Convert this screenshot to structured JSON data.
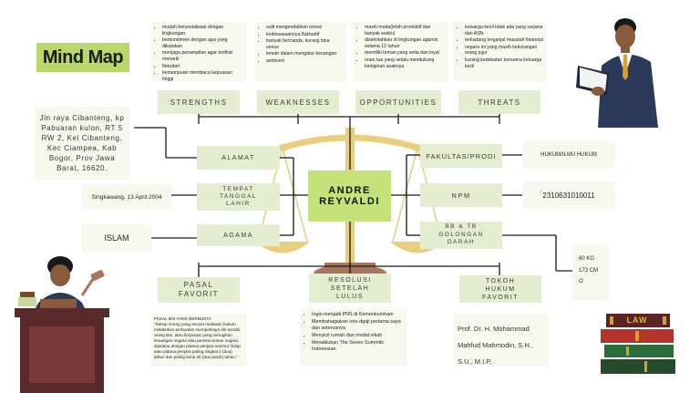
{
  "title": "Mind Map",
  "center": {
    "line1": "ANDRE",
    "line2": "REYVALDI"
  },
  "top_categories": [
    {
      "label": "STRENGTHS",
      "items": [
        "mudah bersosialisasi dengan lingkungan",
        "berkomitmen dengan apa yang dikatakan",
        "menjaga penampilan agar terlihat menarik",
        "fleksibel",
        "kemampuan membaca kepuasan tinggi"
      ]
    },
    {
      "label": "WEAKNESSES",
      "items": [
        "sulit mengendalikan emosi",
        "kedewasaannya fluktuatif",
        "banyak bercanda, kurang bisa serius",
        "lemah dalam mengatur keuangan",
        "ambivert"
      ]
    },
    {
      "label": "OPPORTUNITIES",
      "items": [
        "masih muda(lebih produktif dan banyak waktu)",
        "disekolahkan di lingkungan agamis selama 12 tahun",
        "memiliki teman yang setia dan loyal",
        "onan tua yang selalu mendukung keinginan anaknya"
      ]
    },
    {
      "label": "THREATS",
      "items": [
        "keluarga kecil tidak ada yang sarjana dan ASN",
        "terkadang terganjal masalah finansial",
        "negara ini yang masih kekurangan orang jujur",
        "kurang kedekatan bersama keluarga kecil"
      ]
    }
  ],
  "address": "Jln raya Cibanteng, kp Pabuaran kulon, RT 5 RW 2, Kel Cibanteng, Kec Ciampea, Kab Bogor, Prov Jawa Barat, 16620.",
  "left_fields": [
    {
      "label": "ALAMAT"
    },
    {
      "label": "TEMPAT TANGGAL LAHIR",
      "value": "Singkawang, 13 April 2004"
    },
    {
      "label": "AGAMA",
      "value": "ISLAM"
    }
  ],
  "right_fields": [
    {
      "label": "FAKULTAS/PRODI",
      "value": "HUKUM/ILMU HUKUM"
    },
    {
      "label": "NPM",
      "value": "2310631010011"
    },
    {
      "label": "BB & TB GOLONGAN DARAH",
      "value_lines": [
        "60 KG",
        "173 CM",
        "O"
      ]
    }
  ],
  "bottom_categories": [
    {
      "label": "PASAL FAVORIT",
      "text_title": "PASAL 603 YANG BERBUNYI:",
      "text": "\"Setiap Orang yang secara melawan hukum melakukan perbuatan memperkaya diri sendiri, orang lain, atau korporasi yang merugikan keuangan negara atau perekonomian negara, dipidana dengan pidana penjara seumur hidup atau pidana penjara paling singkat 2 (dua) tahun dan paling lama 20 (dua puluh) tahun,\""
    },
    {
      "label": "RESOLUSI SETELAH LULUS",
      "items": [
        "Ingin menjadi PNS di Kemenkumham",
        "Membahagiakan ortu dgaji pertama saya dan seterusnya",
        "Menyicil rumah dan modal nikah",
        "Menaklukan The Seven Summits Indonesian."
      ]
    },
    {
      "label": "TOKOH HUKUM FAVORIT",
      "value": "Prof. Dr. H. Mohammad Mahfud Mahmodin, S.H., S.U., M.I.P."
    }
  ],
  "books": {
    "label": "LAW"
  },
  "colors": {
    "title_bg": "#b9d869",
    "center_bg": "#c5e17a",
    "box_bg": "#e4edcf",
    "note_bg": "#f7f8ee",
    "line": "#1a1a1a",
    "scale_gold": "#e8cf7f"
  }
}
